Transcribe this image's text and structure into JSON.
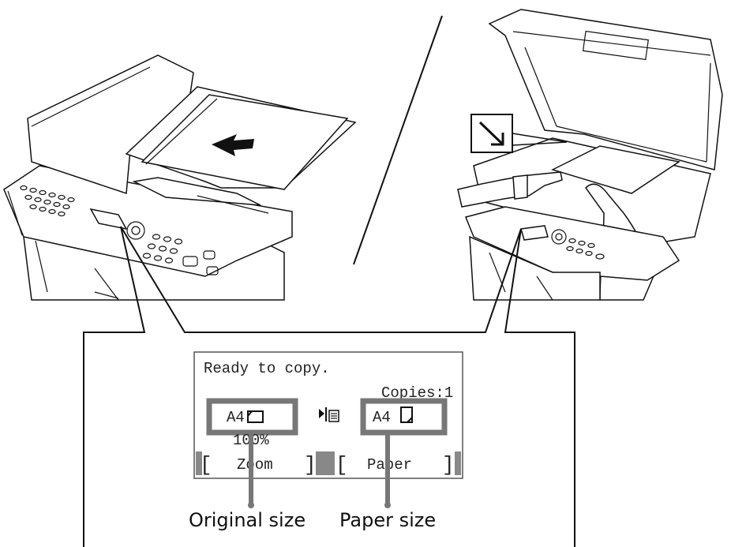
{
  "lcd": {
    "line1": "Ready to copy.",
    "copies": "Copies:1",
    "original_size": "A4",
    "paper_size": "A4",
    "zoom_value": "100%",
    "softkey_left": "Zoom",
    "softkey_right": "Paper"
  },
  "callouts": {
    "original_size_label": "Original size",
    "paper_size_label": "Paper size"
  },
  "icons": {
    "left_panel": "printer-with-document-processor",
    "right_panel": "printer-platen-open-with-hands",
    "direction_marker": "arrow-down-right-icon",
    "insert_arrow": "arrow-left-icon",
    "orientation_landscape": "landscape-paper-icon",
    "orientation_portrait": "portrait-paper-icon",
    "copy_mode": "copy-flow-icon"
  },
  "colors": {
    "highlight": "#777777",
    "softkey_bar": "#888888",
    "lcd_border": "#555555"
  }
}
